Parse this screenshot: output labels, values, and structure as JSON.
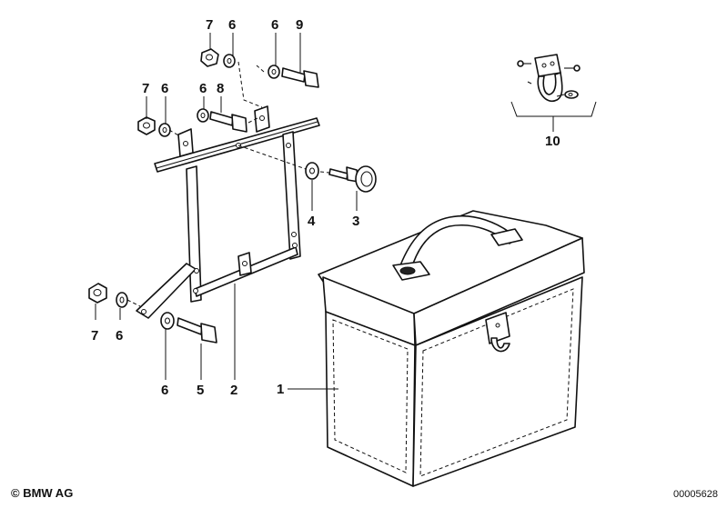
{
  "callouts": {
    "c1": "1",
    "c2": "2",
    "c3": "3",
    "c4": "4",
    "c5": "5",
    "c6a": "6",
    "c6b": "6",
    "c6c": "6",
    "c6d": "6",
    "c6e": "6",
    "c6f": "6",
    "c7a": "7",
    "c7b": "7",
    "c7c": "7",
    "c8": "8",
    "c9": "9",
    "c10": "10"
  },
  "footer": {
    "copyright": "© BMW AG",
    "doc_number": "00005628"
  }
}
